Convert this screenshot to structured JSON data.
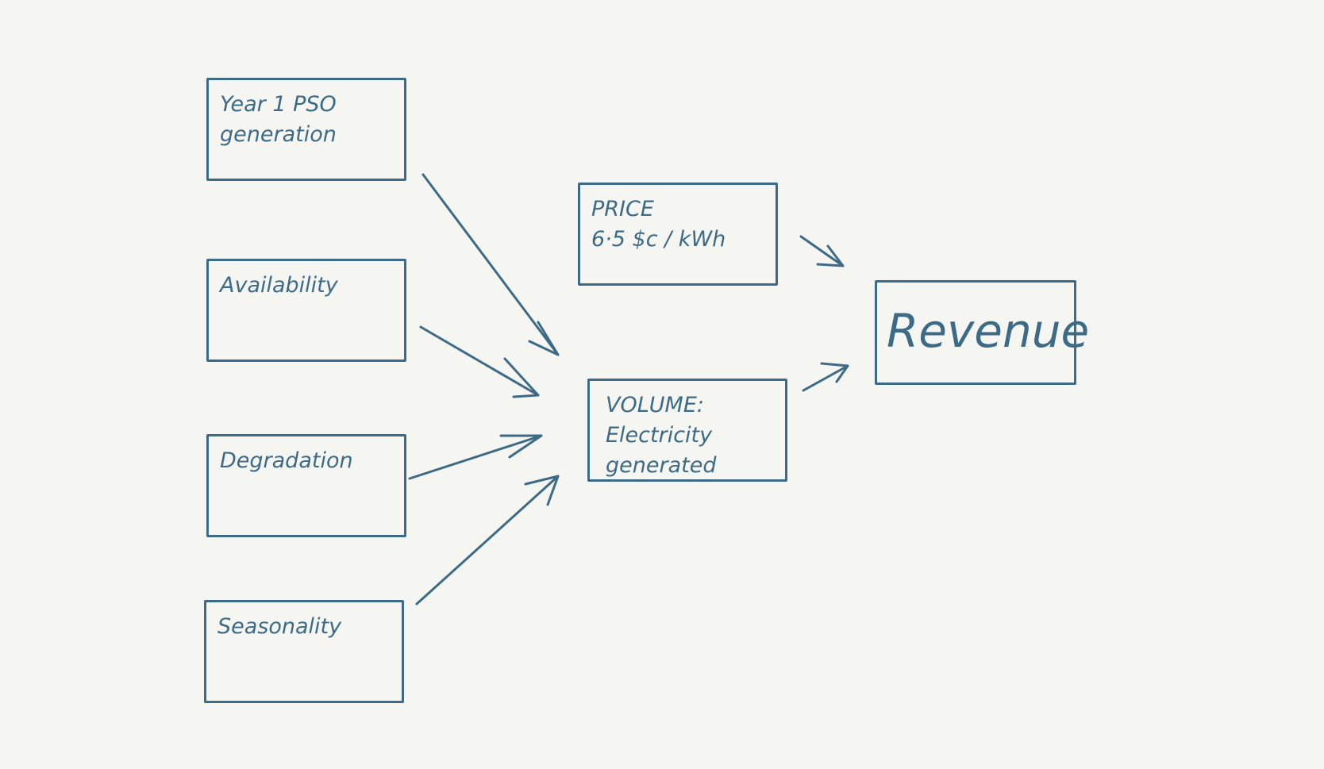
{
  "colors": {
    "background": "#f5f6f2",
    "ink": "#3d6a87"
  },
  "boxes": {
    "year1": {
      "text": "Year 1 PSO\ngeneration"
    },
    "availability": {
      "text": "Availability"
    },
    "degradation": {
      "text": "Degradation"
    },
    "seasonality": {
      "text": "Seasonality"
    },
    "price": {
      "text": "PRICE\n6·5 $c / kWh"
    },
    "volume": {
      "text": "VOLUME:\nElectricity\ngenerated"
    },
    "revenue": {
      "text": "Revenue"
    }
  }
}
